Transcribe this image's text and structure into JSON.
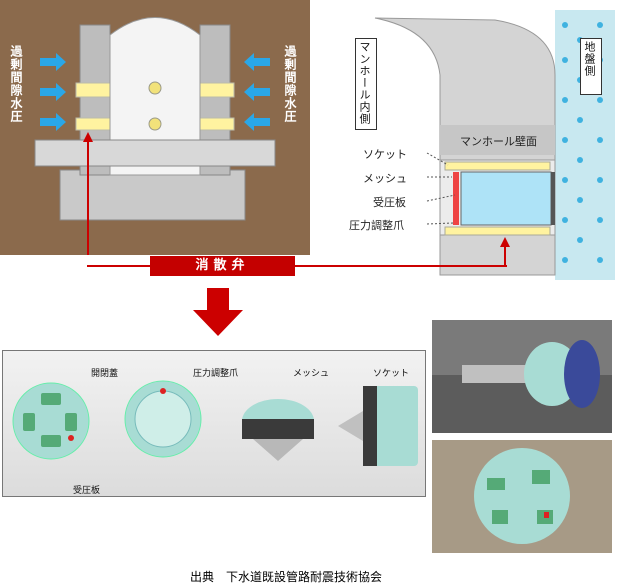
{
  "top_left": {
    "left_label": "過剰間隙水圧",
    "right_label": "過剰間隙水圧"
  },
  "top_right": {
    "inner_side": "マンホール内側",
    "ground_side": "地盤側",
    "wall_label": "マンホール壁面",
    "parts": [
      "ソケット",
      "メッシュ",
      "受圧板",
      "圧力調整爪"
    ]
  },
  "valve_label": "消散弁",
  "bottom": {
    "cover_label": "開閉蓋",
    "claw_label": "圧力調整爪",
    "mesh_label": "メッシュ",
    "socket_label": "ソケット",
    "plate_label": "受圧板"
  },
  "source_caption": "出典　下水道既設管路耐震技術協会",
  "colors": {
    "soil": "#8b6a4c",
    "concrete": "#c9c9c9",
    "yellow_band": "#fff3a0",
    "arrow_blue": "#2aa7e8",
    "red": "#cc0000",
    "valve_teal": "#a8dcd4",
    "water": "#aee3f7"
  }
}
